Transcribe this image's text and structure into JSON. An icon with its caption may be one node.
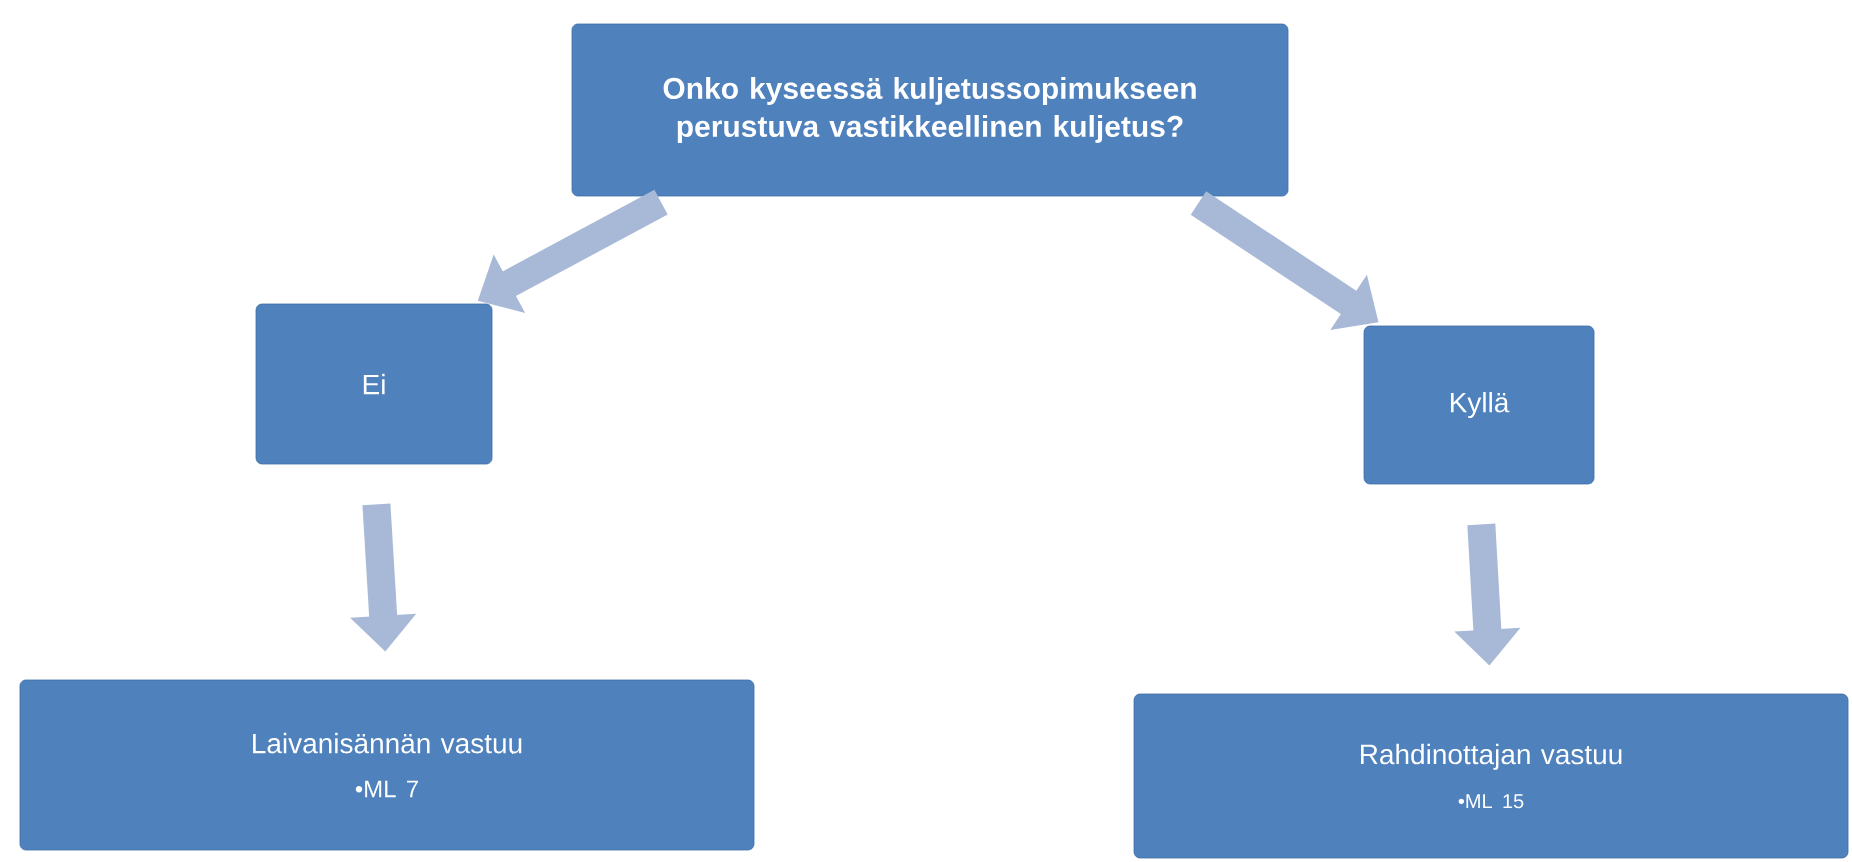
{
  "diagram": {
    "nodes": [
      {
        "text": [
          "Onko kyseessä kuljetussopimukseen perustuva vastikkeellinen kuljetus?"
        ]
      },
      {
        "text": [
          "Ei"
        ]
      },
      {
        "text": [
          "Kyllä"
        ]
      },
      {
        "text": [
          "Laivanisännän vastuu",
          "•ML 7"
        ]
      },
      {
        "text": [
          "Rahdinottajan vastuu",
          "•ML 15"
        ]
      }
    ],
    "edges": [
      {
        "from": 0,
        "to": 1,
        "arrow": "to"
      },
      {
        "from": 0,
        "to": 2,
        "arrow": "to"
      },
      {
        "from": 1,
        "to": 3,
        "arrow": "to"
      },
      {
        "from": 2,
        "to": 4,
        "arrow": "to"
      }
    ]
  }
}
